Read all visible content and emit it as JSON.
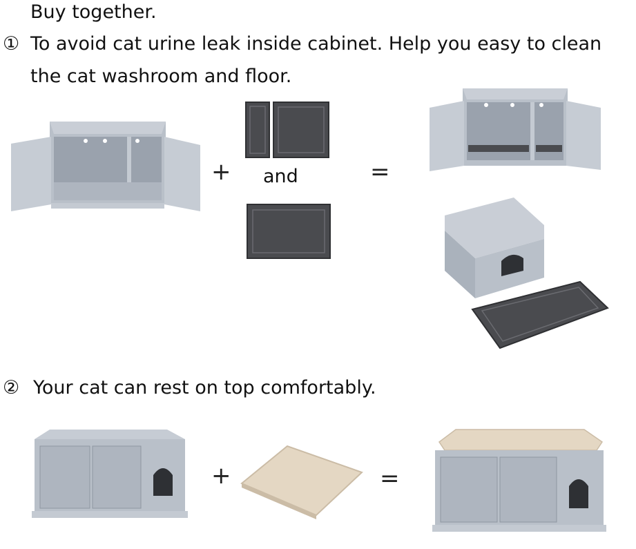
{
  "text": {
    "intro": "Buy together.",
    "point1_marker": "①",
    "point1_line1": "To avoid cat urine leak inside cabinet. Help you easy to clean",
    "point1_line2": "the cat washroom and floor.",
    "and_label": "and",
    "point2_marker": "②",
    "point2_text": "Your cat can rest on top comfortably.",
    "plus": "+",
    "equals": "="
  },
  "colors": {
    "cabinet": "#b9c0c9",
    "cabinet_dark": "#8e96a1",
    "mat": "#4a4b4f",
    "cushion": "#e4d7c3"
  }
}
